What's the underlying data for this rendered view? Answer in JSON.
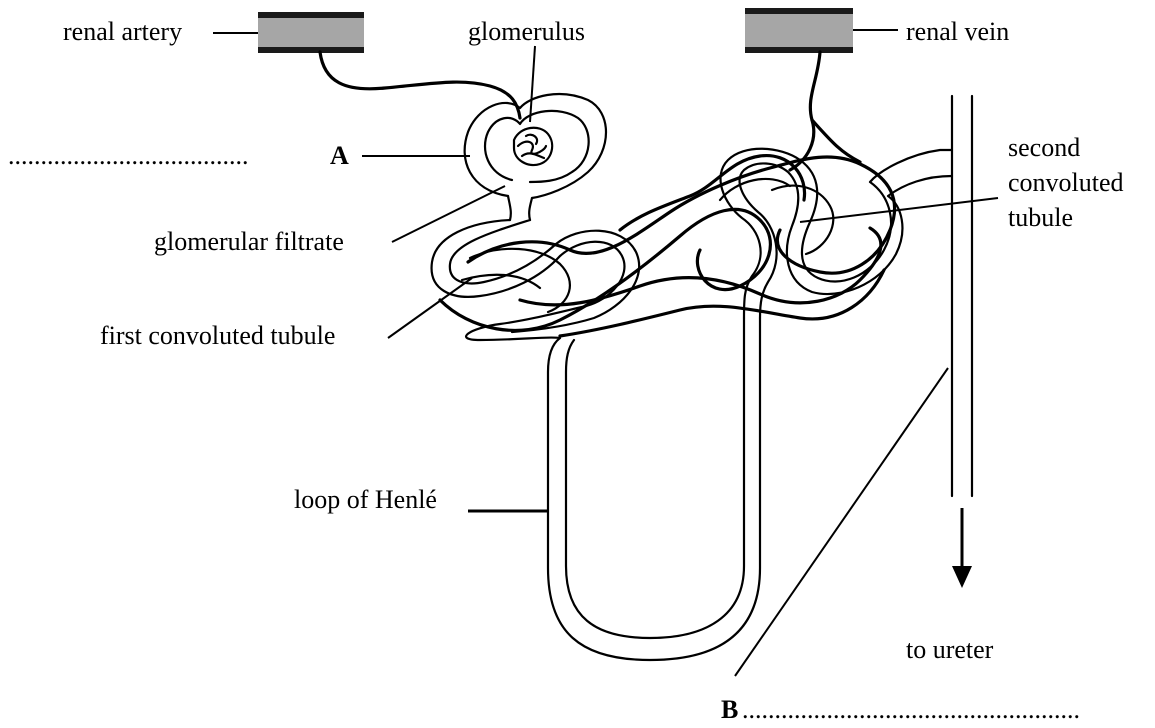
{
  "diagram": {
    "labels": {
      "renal_artery": "renal artery",
      "glomerulus": "glomerulus",
      "renal_vein": "renal vein",
      "a_blank": ".....................................",
      "a_letter": "A",
      "second_convoluted_1": "second",
      "second_convoluted_2": "convoluted",
      "second_convoluted_3": "tubule",
      "glomerular_filtrate": "glomerular filtrate",
      "first_convoluted_tubule": "first convoluted tubule",
      "loop_of_henle": "loop of Henlé",
      "to_ureter": "to ureter",
      "b_letter": "B",
      "b_blank": "...................................................."
    },
    "colors": {
      "line": "#000000",
      "vessel_fill": "#a6a6a6",
      "vessel_band": "#1a1a1a",
      "background": "#ffffff"
    }
  }
}
